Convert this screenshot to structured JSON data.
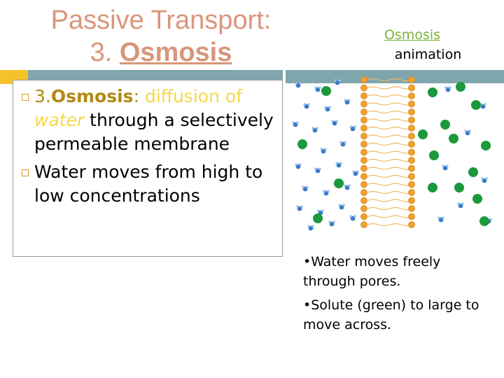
{
  "title": {
    "line1": "Passive Transport:",
    "line2_prefix": "3. ",
    "line2_keyword": "Osmosis"
  },
  "link": {
    "label": "Osmosis",
    "suffix": "animation"
  },
  "bullets": [
    {
      "number": "3.",
      "term": "Osmosis",
      "colon": ":",
      "def_part1": "diffusion of ",
      "def_italic": "water",
      "def_rest": " through a selectively permeable membrane"
    },
    {
      "text": "Water moves from high to low concentrations"
    }
  ],
  "notes": [
    "•Water moves freely through pores.",
    "•Solute (green) to large to move across."
  ],
  "colors": {
    "title": "#d9967a",
    "link": "#78b33c",
    "accent_orange": "#f5c22b",
    "accent_teal": "#7fa6ad",
    "term_gold": "#b08a16",
    "definition_yellow": "#f5d84a",
    "solute_green": "#1a9a3a",
    "membrane_orange": "#f0a030",
    "water_blue": "#3a7bc8"
  }
}
